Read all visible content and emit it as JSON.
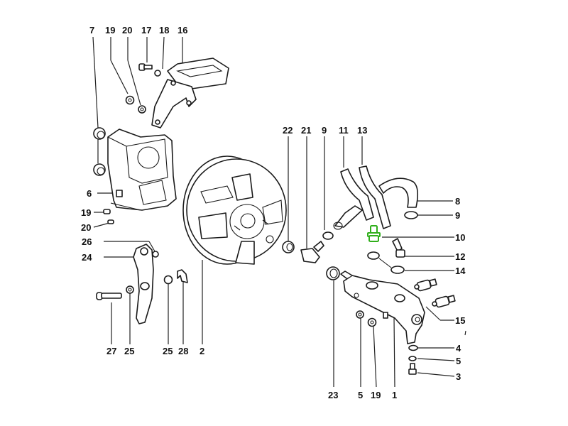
{
  "diagram": {
    "title": "Brake servo and master cylinder exploded parts diagram",
    "highlight_color": "#2fae1a",
    "highlighted_part": "10",
    "callouts": [
      {
        "id": "c7",
        "label": "7"
      },
      {
        "id": "c19a",
        "label": "19"
      },
      {
        "id": "c20a",
        "label": "20"
      },
      {
        "id": "c17",
        "label": "17"
      },
      {
        "id": "c18",
        "label": "18"
      },
      {
        "id": "c16",
        "label": "16"
      },
      {
        "id": "c6",
        "label": "6"
      },
      {
        "id": "c19b",
        "label": "19"
      },
      {
        "id": "c20b",
        "label": "20"
      },
      {
        "id": "c26",
        "label": "26"
      },
      {
        "id": "c24",
        "label": "24"
      },
      {
        "id": "c27",
        "label": "27"
      },
      {
        "id": "c25a",
        "label": "25"
      },
      {
        "id": "c25b",
        "label": "25"
      },
      {
        "id": "c28",
        "label": "28"
      },
      {
        "id": "c2",
        "label": "2"
      },
      {
        "id": "c22",
        "label": "22"
      },
      {
        "id": "c21",
        "label": "21"
      },
      {
        "id": "c9a",
        "label": "9"
      },
      {
        "id": "c11",
        "label": "11"
      },
      {
        "id": "c13",
        "label": "13"
      },
      {
        "id": "c8",
        "label": "8"
      },
      {
        "id": "c9b",
        "label": "9"
      },
      {
        "id": "c10",
        "label": "10"
      },
      {
        "id": "c12",
        "label": "12"
      },
      {
        "id": "c14",
        "label": "14"
      },
      {
        "id": "c15",
        "label": "15"
      },
      {
        "id": "c4",
        "label": "4"
      },
      {
        "id": "c5a",
        "label": "5"
      },
      {
        "id": "c3",
        "label": "3"
      },
      {
        "id": "c23",
        "label": "23"
      },
      {
        "id": "c5b",
        "label": "5"
      },
      {
        "id": "c19c",
        "label": "19"
      },
      {
        "id": "c1",
        "label": "1"
      }
    ]
  }
}
